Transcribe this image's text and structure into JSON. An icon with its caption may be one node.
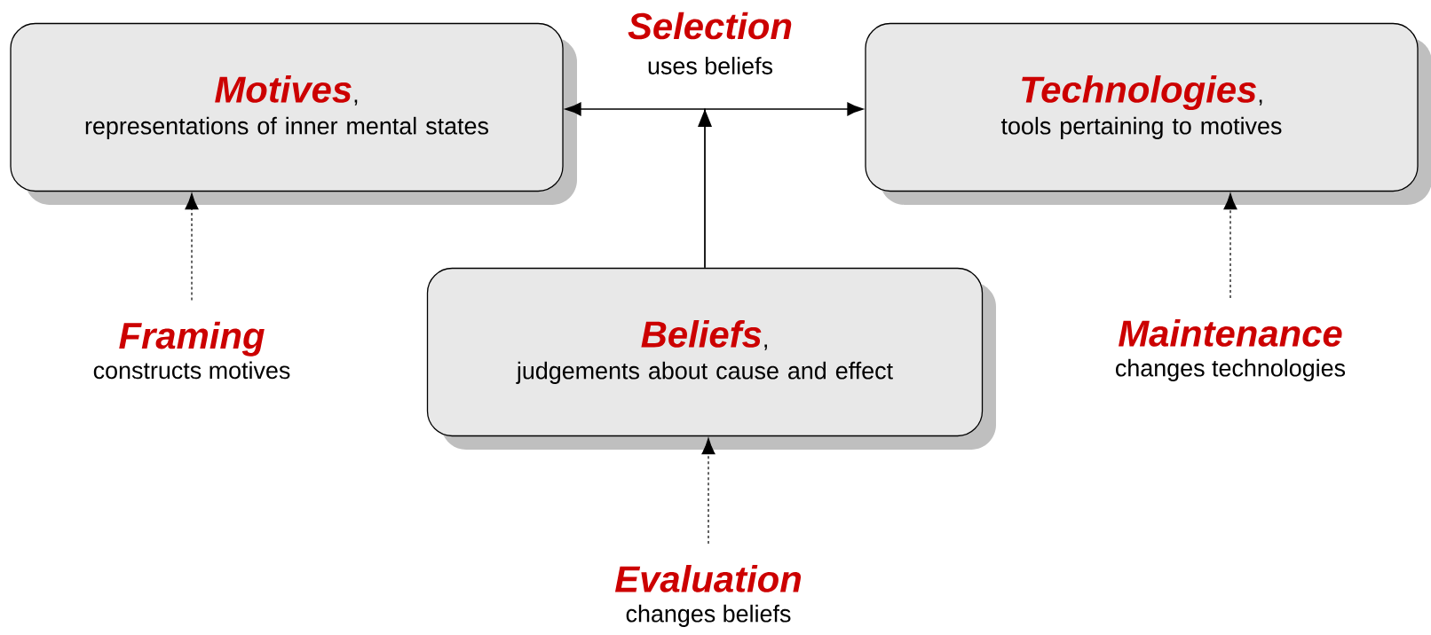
{
  "diagram": {
    "nodes": [
      {
        "text": [
          "**Motives**,",
          "representations of inner mental states"
        ]
      },
      {
        "text": [
          "**Technologies**,",
          "tools pertaining to motives"
        ]
      },
      {
        "text": [
          "Framing",
          "constructs motives"
        ]
      },
      {
        "text": [
          "**Beliefs**,",
          "judgements about cause and effect"
        ]
      },
      {
        "text": [
          "Maintenance",
          "changes technologies"
        ]
      },
      {
        "text": [
          "Evaluation",
          "changes beliefs"
        ]
      }
    ],
    "edges": [
      {
        "from": 3,
        "to": 0,
        "arrow": "to"
      },
      {
        "from": 3,
        "to": 1,
        "arrow": "to"
      },
      {
        "from": 2,
        "to": 0,
        "arrow": "to",
        "style": "dashed"
      },
      {
        "from": 4,
        "to": 1,
        "arrow": "to",
        "style": "dashed"
      },
      {
        "from": 5,
        "to": 3,
        "arrow": "to",
        "style": "dashed"
      }
    ],
    "labels": [
      "Selection",
      "uses beliefs"
    ]
  }
}
